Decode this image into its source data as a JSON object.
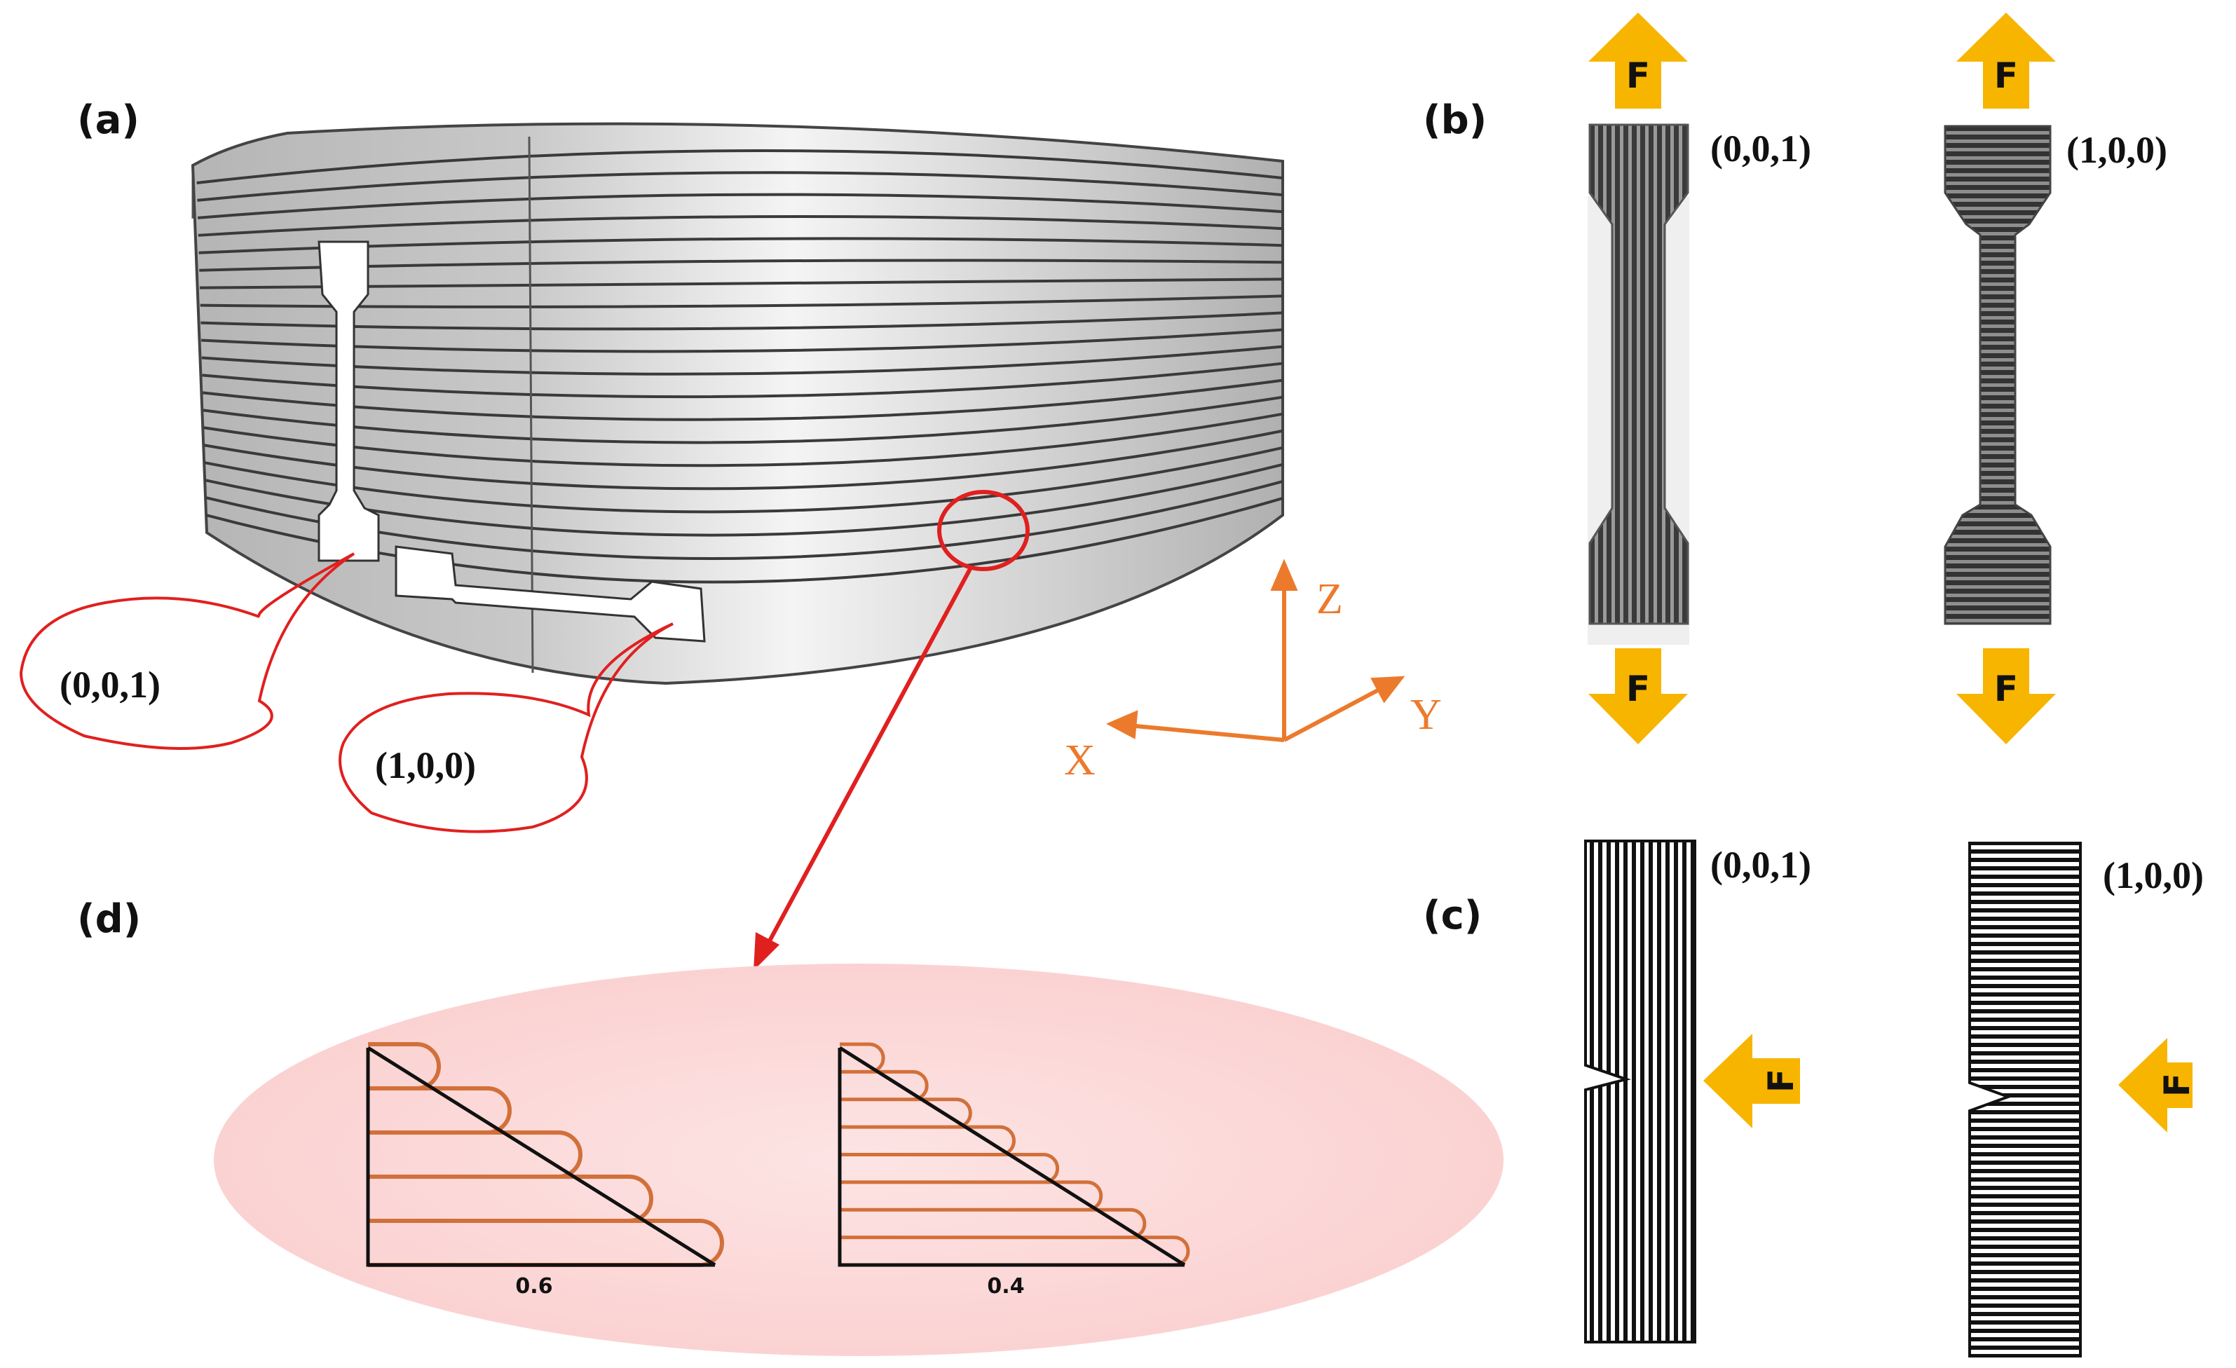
{
  "panels": {
    "a": "(a)",
    "b": "(b)",
    "c": "(c)",
    "d": "(d)"
  },
  "callouts": {
    "vertical_specimen": "(0,0,1)",
    "horizontal_specimen": "(1,0,0)"
  },
  "axes": {
    "z": "Z",
    "y": "Y",
    "x": "X"
  },
  "tensile": {
    "left_orientation": "(0,0,1)",
    "right_orientation": "(1,0,0)",
    "force": "F"
  },
  "impact": {
    "left_orientation": "(0,0,1)",
    "right_orientation": "(1,0,0)",
    "force": "F"
  },
  "layer_profiles": {
    "left_value": "0.6",
    "right_value": "0.4"
  },
  "colors": {
    "force_arrow": "#f7b500",
    "axes": "#ec7a2c",
    "callout": "#e0201f",
    "layer_outline": "#d2703a",
    "zoom_background": "#fbdada"
  }
}
